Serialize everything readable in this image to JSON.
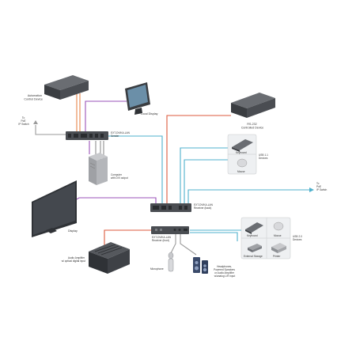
{
  "labels": {
    "automation": [
      "Automation",
      "Control Device"
    ],
    "local_display": "Local Display",
    "rs232": [
      "RS-232",
      "Controlled Device"
    ],
    "poe_switch_left": [
      "To",
      "PoE",
      "IP Switch"
    ],
    "sender": [
      "EXT-DVIKA-LAN",
      "Sender"
    ],
    "computer": [
      "Computer",
      "with DVI output"
    ],
    "keyboard": "Keyboard",
    "mouse": "Mouse",
    "usb11": [
      "USB 1.1",
      "Devices"
    ],
    "receiver_back": [
      "EXT-DVIKA-LAN",
      "Receiver (back)"
    ],
    "poe_switch_right": [
      "To",
      "PoE",
      "IP Switch"
    ],
    "display": "Display",
    "receiver_front": [
      "EXT-DVIKA-LAN",
      "Receiver (front)"
    ],
    "usb20_keyboard": "Keyboard",
    "usb20_mouse": "Mouse",
    "usb20_ext_storage": "External Storage",
    "usb20_printer": "Printer",
    "usb20": [
      "USB 2.0",
      "Devices"
    ],
    "audio_amp": [
      "Audio Amplifier",
      "w/ optical digital input"
    ],
    "microphone": "Microphone",
    "headphones": [
      "Headphones,",
      "Powered Speakers",
      "or Audio Amplifier",
      "w/analog L/R input"
    ]
  },
  "colors": {
    "orange": "#e8844a",
    "red": "#dd5a3c",
    "purple": "#9a52b8",
    "teal": "#4fb0cc",
    "gray": "#9a9a9a",
    "device": "#4a4d52",
    "device_dark": "#2f3236"
  }
}
